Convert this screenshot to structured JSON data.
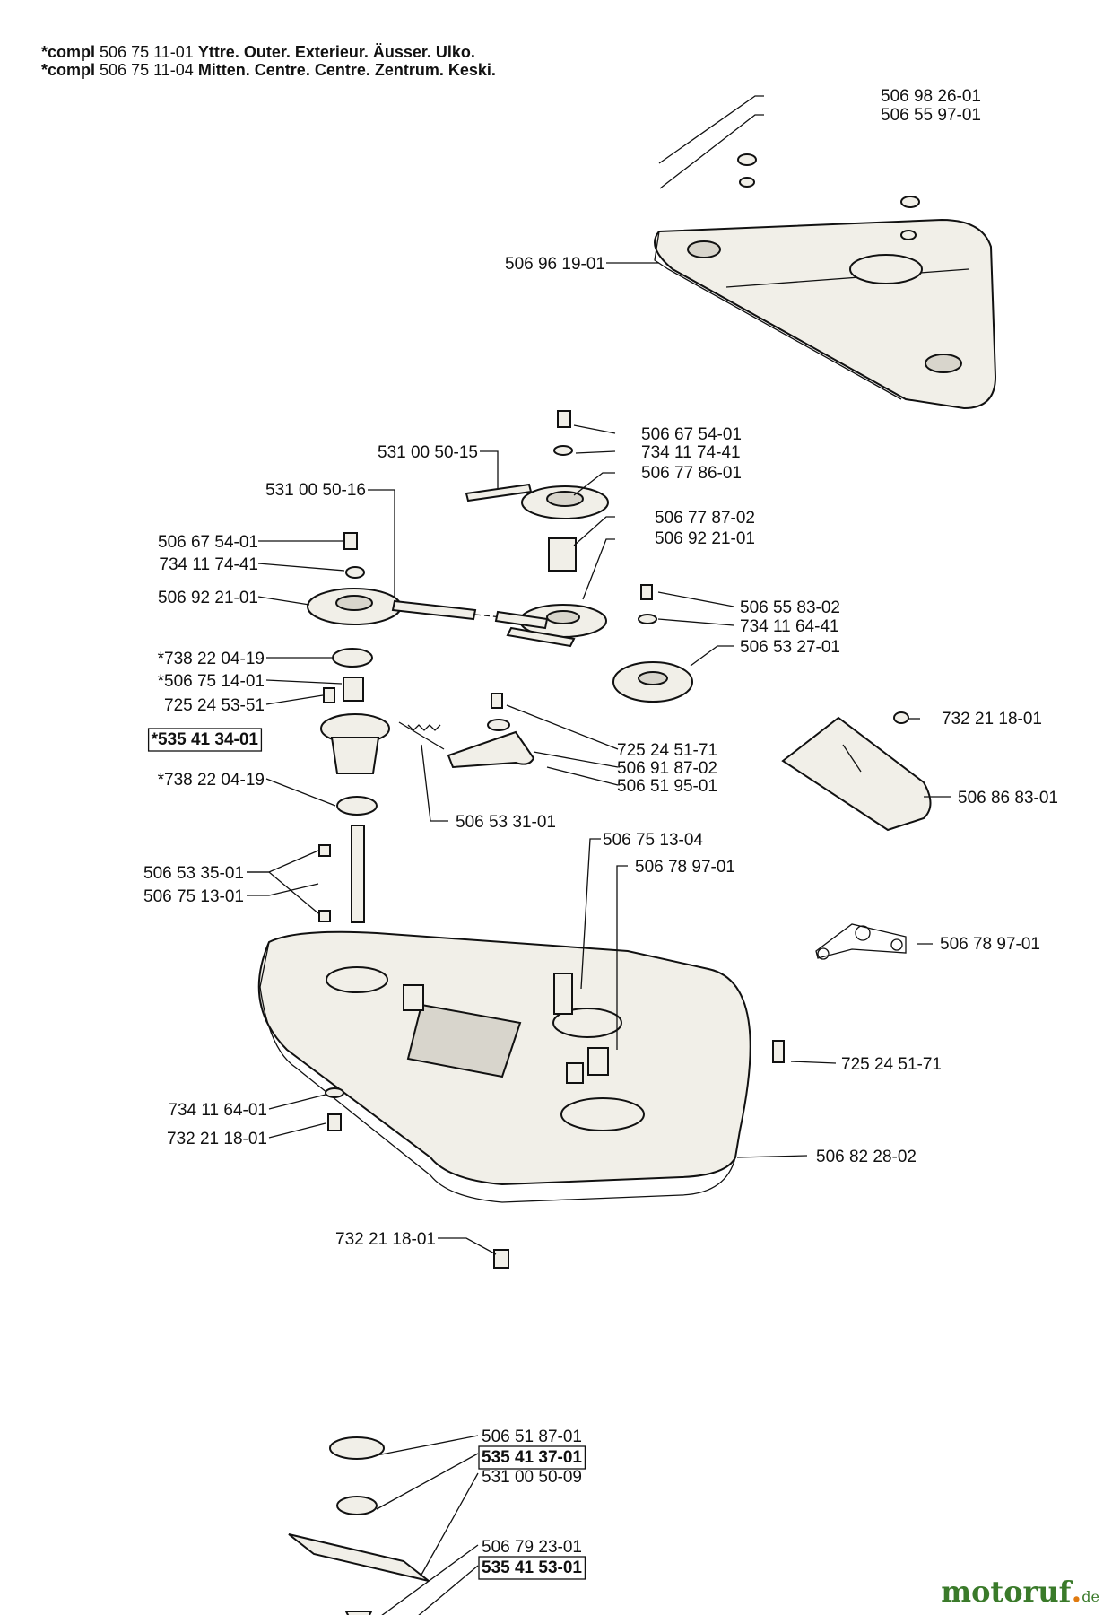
{
  "header": {
    "line1": {
      "prefix": "*compl",
      "code": "506 75 11-01",
      "desc": "Yttre. Outer. Exterieur. Äusser. Ulko."
    },
    "line2": {
      "prefix": "*compl",
      "code": "506 75 11-04",
      "desc": "Mitten. Centre. Centre. Zentrum. Keski."
    }
  },
  "labels": [
    {
      "text": "506 98 26-01",
      "bold": false,
      "boxed": false
    },
    {
      "text": "506 55 97-01",
      "bold": false,
      "boxed": false
    },
    {
      "text": "506 96 19-01",
      "bold": false,
      "boxed": false
    },
    {
      "text": "506 67 54-01",
      "bold": false,
      "boxed": false
    },
    {
      "text": "734 11 74-41",
      "bold": false,
      "boxed": false
    },
    {
      "text": "506 77 86-01",
      "bold": false,
      "boxed": false
    },
    {
      "text": "531 00 50-15",
      "bold": false,
      "boxed": false
    },
    {
      "text": "531 00 50-16",
      "bold": false,
      "boxed": false
    },
    {
      "text": "506 77 87-02",
      "bold": false,
      "boxed": false
    },
    {
      "text": "506 92 21-01",
      "bold": false,
      "boxed": false
    },
    {
      "text": "506 67 54-01",
      "bold": false,
      "boxed": false
    },
    {
      "text": "734 11 74-41",
      "bold": false,
      "boxed": false
    },
    {
      "text": "506 92 21-01",
      "bold": false,
      "boxed": false
    },
    {
      "text": "506 55 83-02",
      "bold": false,
      "boxed": false
    },
    {
      "text": "734 11 64-41",
      "bold": false,
      "boxed": false
    },
    {
      "text": "506 53 27-01",
      "bold": false,
      "boxed": false
    },
    {
      "text": "*738 22 04-19",
      "bold": false,
      "boxed": false
    },
    {
      "text": "*506 75 14-01",
      "bold": false,
      "boxed": false
    },
    {
      "text": "725 24 53-51",
      "bold": false,
      "boxed": false
    },
    {
      "text": "*535 41 34-01",
      "bold": true,
      "boxed": true
    },
    {
      "text": "732 21 18-01",
      "bold": false,
      "boxed": false
    },
    {
      "text": "725 24 51-71",
      "bold": false,
      "boxed": false
    },
    {
      "text": "506 91 87-02",
      "bold": false,
      "boxed": false
    },
    {
      "text": "506 51 95-01",
      "bold": false,
      "boxed": false
    },
    {
      "text": "506 86 83-01",
      "bold": false,
      "boxed": false
    },
    {
      "text": "*738 22 04-19",
      "bold": false,
      "boxed": false
    },
    {
      "text": "506 53 31-01",
      "bold": false,
      "boxed": false
    },
    {
      "text": "506 75 13-04",
      "bold": false,
      "boxed": false
    },
    {
      "text": "506 78 97-01",
      "bold": false,
      "boxed": false
    },
    {
      "text": "506 53 35-01",
      "bold": false,
      "boxed": false
    },
    {
      "text": "506 75 13-01",
      "bold": false,
      "boxed": false
    },
    {
      "text": "506 78 97-01",
      "bold": false,
      "boxed": false
    },
    {
      "text": "725 24 51-71",
      "bold": false,
      "boxed": false
    },
    {
      "text": "734 11 64-01",
      "bold": false,
      "boxed": false
    },
    {
      "text": "732 21 18-01",
      "bold": false,
      "boxed": false
    },
    {
      "text": "506 82 28-02",
      "bold": false,
      "boxed": false
    },
    {
      "text": "732 21 18-01",
      "bold": false,
      "boxed": false
    },
    {
      "text": "506 51 87-01",
      "bold": false,
      "boxed": false
    },
    {
      "text": "535 41 37-01",
      "bold": true,
      "boxed": true
    },
    {
      "text": "531 00 50-09",
      "bold": false,
      "boxed": false
    },
    {
      "text": "506 79 23-01",
      "bold": false,
      "boxed": false
    },
    {
      "text": "535 41 53-01",
      "bold": true,
      "boxed": true
    }
  ],
  "watermark": {
    "main": "motoruf",
    "dot": ".",
    "tld": "de"
  }
}
